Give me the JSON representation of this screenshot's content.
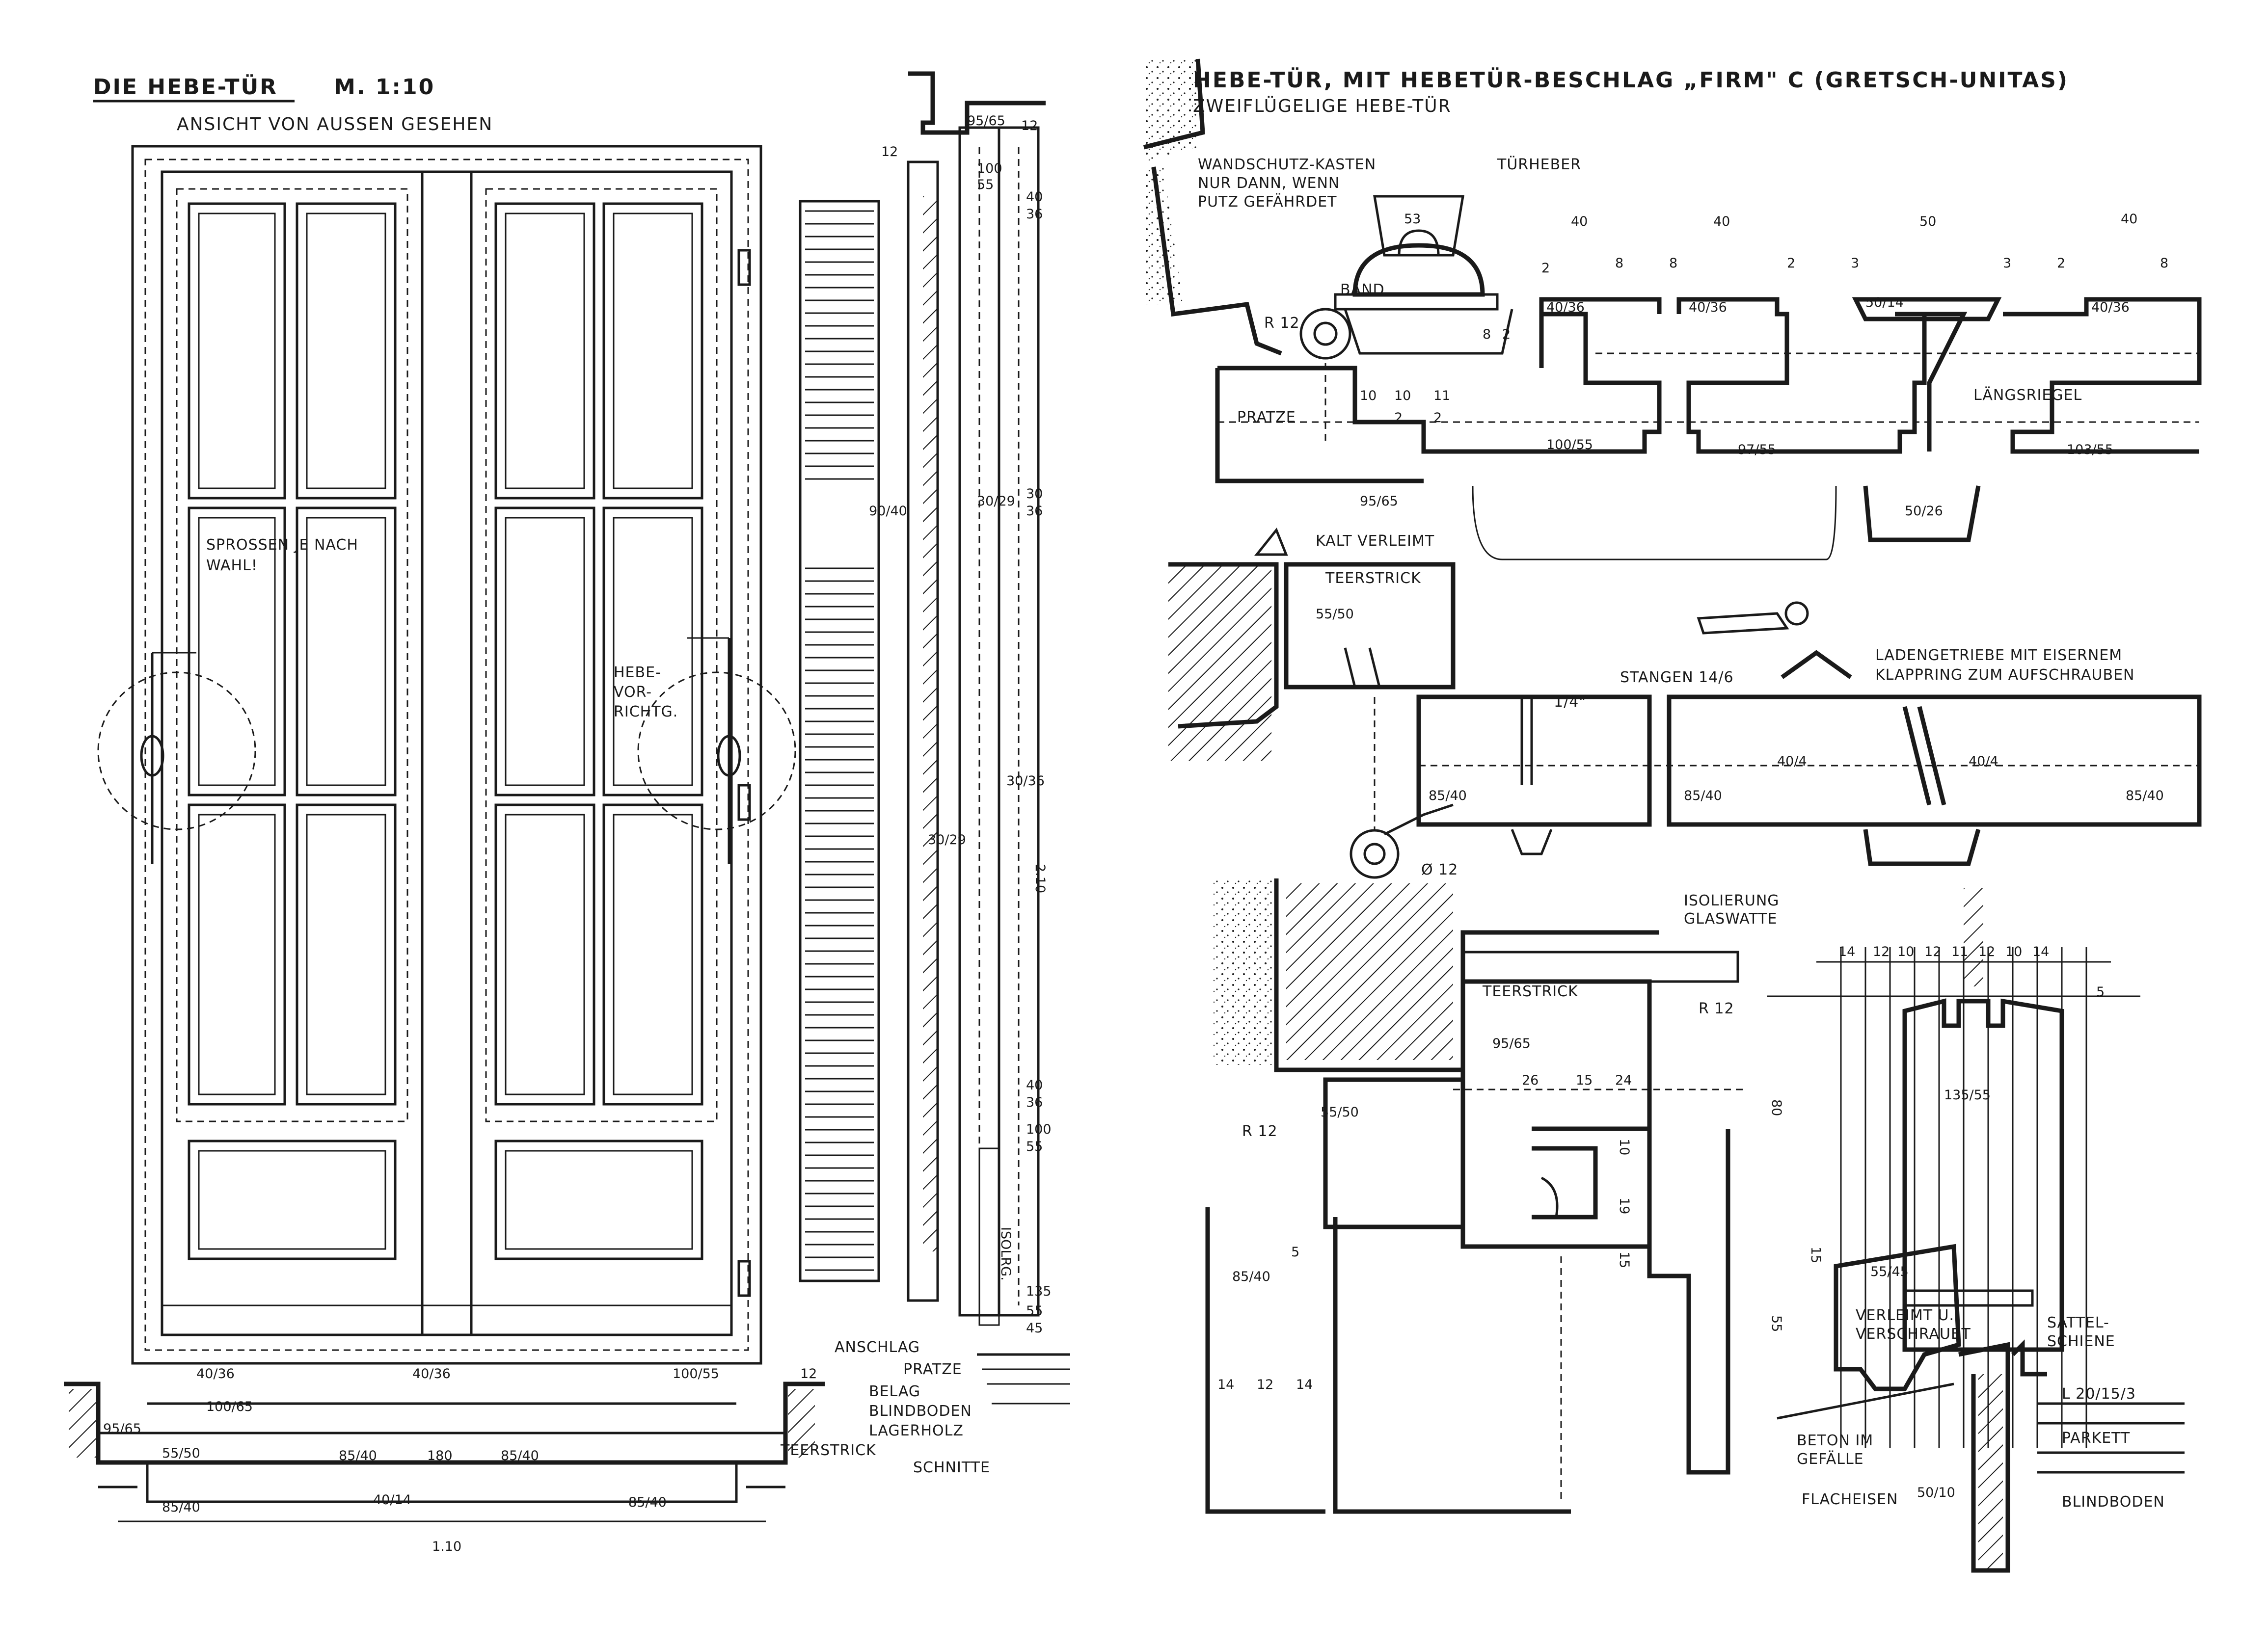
{
  "left": {
    "title": "DIE HEBE-TÜR",
    "scale": "M. 1:10",
    "subtitle": "ANSICHT VON AUSSEN GESEHEN",
    "notes": {
      "sprossen": [
        "SPROSSEN JE NACH",
        "WAHL!"
      ],
      "hebe": [
        "HEBE-",
        "VOR-",
        "RICHTG."
      ]
    },
    "section_dims": [
      "12",
      "95/65",
      "12",
      "100",
      "55",
      "40",
      "36",
      "90/40",
      "30/29",
      "30",
      "36",
      "30/36",
      "30/29",
      "2.10",
      "40",
      "36",
      "100",
      "55",
      "ISOLRG.",
      "135",
      "55",
      "45"
    ],
    "section_labels": [
      "ANSCHLAG",
      "PRATZE",
      "BELAG",
      "BLINDBODEN",
      "LAGERHOLZ",
      "SCHNITTE"
    ],
    "plan_dims": [
      "40/36",
      "40/36",
      "100/55",
      "12",
      "100/65",
      "95/65",
      "55/50",
      "85/40",
      "180",
      "85/40",
      "40/14",
      "85/40",
      "85/40",
      "1.10"
    ],
    "plan_labels": [
      "TEERSTRICK"
    ]
  },
  "right": {
    "title": "HEBE-TÜR, MIT HEBETÜR-BESCHLAG „FIRM\" C (GRETSCH-UNITAS)",
    "subtitle": "ZWEIFLÜGELIGE HEBE-TÜR",
    "top_labels": {
      "wandschutz": [
        "WANDSCHUTZ-KASTEN",
        "NUR DANN, WENN",
        "PUTZ GEFÄHRDET"
      ],
      "tuerheber": "TÜRHEBER",
      "band": "BAND",
      "r12": "R 12",
      "pratze": "PRATZE",
      "laengsriegel": "LÄNGSRIEGEL",
      "kalt": "KALT VERLEIMT",
      "teerstrick": "TEERSTRICK",
      "stangen": "STANGEN 14/6",
      "ladengetriebe": [
        "LADENGETRIEBE MIT EISERNEM",
        "KLAPPRING ZUM AUFSCHRAUBEN"
      ],
      "phi": "Ø 12",
      "zoll": "1/4\""
    },
    "top_dims": [
      "53",
      "40",
      "40",
      "50",
      "40",
      "2",
      "8",
      "8",
      "2",
      "3",
      "3",
      "2",
      "8",
      "40/36",
      "40/36",
      "50/14",
      "40/36",
      "8",
      "2",
      "10",
      "10",
      "11",
      "2",
      "2",
      "100/55",
      "97/55",
      "103/55",
      "95/65",
      "50/26",
      "55/50",
      "85/40",
      "40/4",
      "40/4",
      "85/40",
      "85/40"
    ],
    "bottom_left_labels": {
      "isolierung": [
        "ISOLIERUNG",
        "GLASWATTE"
      ],
      "teerstrick": "TEERSTRICK",
      "r12a": "R 12",
      "r12b": "R 12"
    },
    "bottom_left_dims": [
      "95/65",
      "26",
      "15",
      "24",
      "55/50",
      "10",
      "19",
      "15",
      "5",
      "85/40",
      "14",
      "12",
      "14"
    ],
    "bottom_right_labels": {
      "verleimt": [
        "VERLEIMT U.",
        "VERSCHRAUBT"
      ],
      "sattel": [
        "SATTEL-",
        "SCHIENE"
      ],
      "beton": [
        "BETON IM",
        "GEFÄLLE"
      ],
      "flacheisen": "FLACHEISEN",
      "parkett": "PARKETT",
      "blindboden": "BLINDBODEN",
      "l20": "L 20/15/3"
    },
    "bottom_right_dims": [
      "14",
      "12",
      "10",
      "12",
      "11",
      "12",
      "10",
      "14",
      "5",
      "80",
      "135/55",
      "15",
      "55/45",
      "55",
      "50/10"
    ]
  }
}
